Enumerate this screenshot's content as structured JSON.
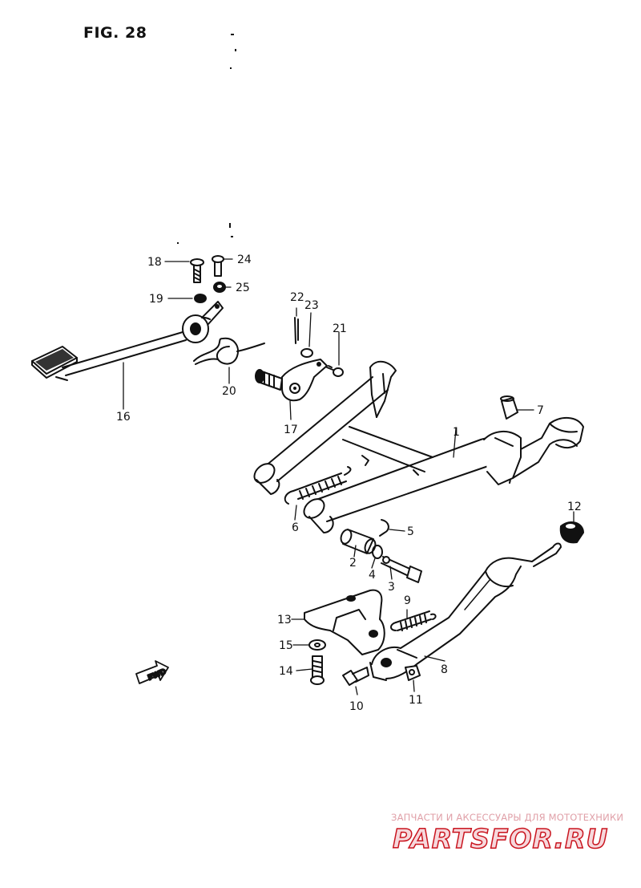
{
  "figure": {
    "title": "FIG. 28"
  },
  "forward_marker": {
    "text": "FWD",
    "icon": "forward-arrow-icon"
  },
  "watermark": {
    "tagline": "ЗАПЧАСТИ И АКСЕССУАРЫ ДЛЯ МОТОТЕХНИКИ",
    "logo": "PARTSFOR.RU",
    "colors": {
      "text": "#e0a0a8",
      "logo_stroke": "#c9151f"
    }
  },
  "callouts": [
    {
      "id": "1",
      "part": "stand-main"
    },
    {
      "id": "2",
      "part": "pivot-sleeve"
    },
    {
      "id": "3",
      "part": "pivot-bolt"
    },
    {
      "id": "4",
      "part": "washer"
    },
    {
      "id": "5",
      "part": "cotter-pin"
    },
    {
      "id": "6",
      "part": "stand-spring"
    },
    {
      "id": "7",
      "part": "stopper-rubber"
    },
    {
      "id": "8",
      "part": "side-stand"
    },
    {
      "id": "9",
      "part": "side-stand-spring"
    },
    {
      "id": "10",
      "part": "side-stand-bolt"
    },
    {
      "id": "11",
      "part": "nut"
    },
    {
      "id": "12",
      "part": "stopper-rubber"
    },
    {
      "id": "13",
      "part": "side-stand-bracket"
    },
    {
      "id": "14",
      "part": "bracket-bolt"
    },
    {
      "id": "15",
      "part": "washer"
    },
    {
      "id": "16",
      "part": "brake-pedal"
    },
    {
      "id": "17",
      "part": "pedal-shaft"
    },
    {
      "id": "18",
      "part": "bolt"
    },
    {
      "id": "19",
      "part": "nut"
    },
    {
      "id": "20",
      "part": "return-spring"
    },
    {
      "id": "21",
      "part": "bolt"
    },
    {
      "id": "22",
      "part": "cotter-pin"
    },
    {
      "id": "23",
      "part": "washer"
    },
    {
      "id": "24",
      "part": "bolt"
    },
    {
      "id": "25",
      "part": "nut"
    }
  ]
}
